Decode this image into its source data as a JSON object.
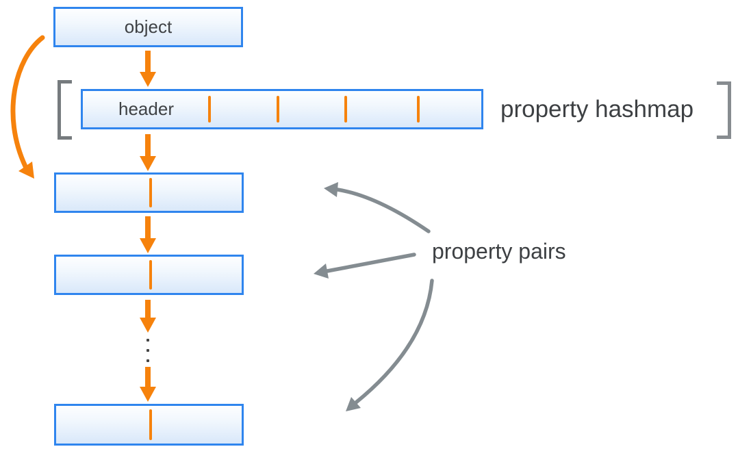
{
  "labels": {
    "object_box": "object",
    "header_cell": "header",
    "hashmap_caption": "property hashmap",
    "pairs_caption": "property pairs"
  },
  "structure": {
    "hashmap_slot_dividers": 4,
    "visible_property_pair_boxes": 3,
    "ellipsis_dots": 3
  },
  "colors": {
    "box_border_blue": "#2f85ee",
    "box_fill_top": "#fdfeff",
    "box_fill_bottom": "#d9e8fa",
    "accent_orange": "#f6820c",
    "arrow_gray": "#848c91",
    "bracket_gray": "#7d8285",
    "text_dark": "#3d4043"
  }
}
